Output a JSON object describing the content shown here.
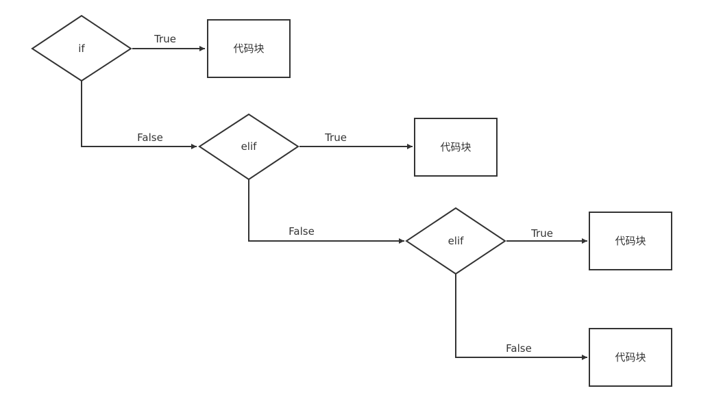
{
  "nodes": {
    "if": "if",
    "elif_1": "elif",
    "elif_2": "elif",
    "block_1": "代码块",
    "block_2": "代码块",
    "block_3": "代码块",
    "block_4": "代码块"
  },
  "edges": {
    "if_true": "True",
    "if_false": "False",
    "elif_1_true": "True",
    "elif_1_false": "False",
    "elif_2_true": "True",
    "elif_2_false": "False"
  }
}
